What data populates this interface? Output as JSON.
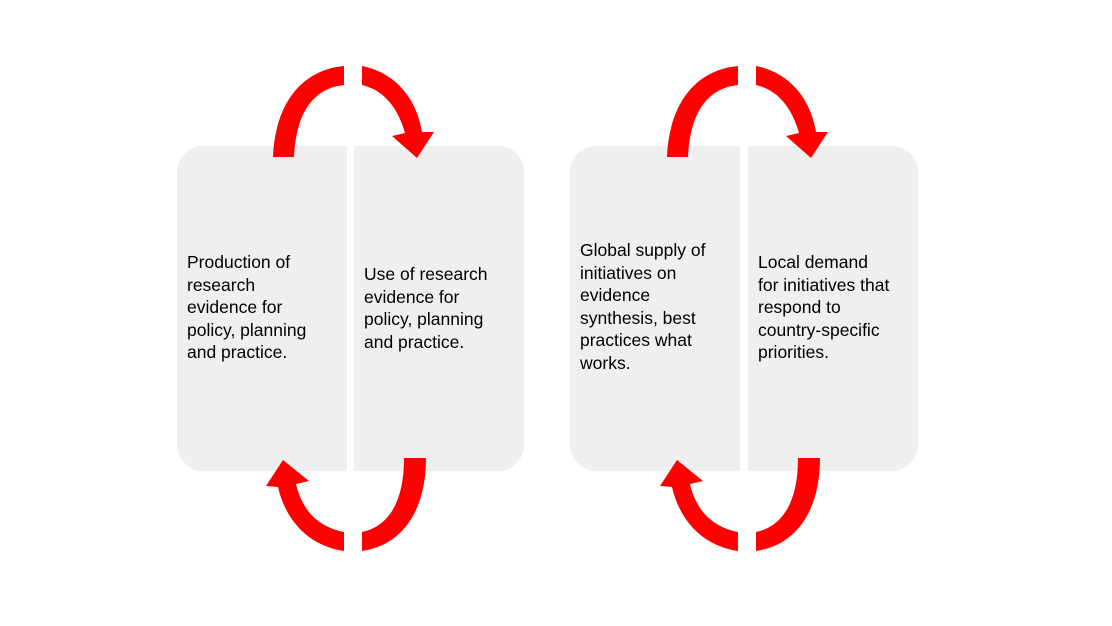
{
  "colors": {
    "panel_fill": "#efefef",
    "arrow": "#ff0000",
    "text": "#000000",
    "background": "#ffffff"
  },
  "left_cycle": {
    "box_left": {
      "text": "Production of\nresearch\nevidence for\npolicy, planning\nand practice."
    },
    "box_right": {
      "text": "Use of research\nevidence for\npolicy, planning\nand practice."
    }
  },
  "right_cycle": {
    "box_left": {
      "text": "Global supply of\ninitiatives on\nevidence\nsynthesis, best\npractices what\nworks."
    },
    "box_right": {
      "text": "Local demand\nfor initiatives that\nrespond to\ncountry-specific\npriorities."
    }
  },
  "icons": [
    "curved-arrow-icon"
  ]
}
